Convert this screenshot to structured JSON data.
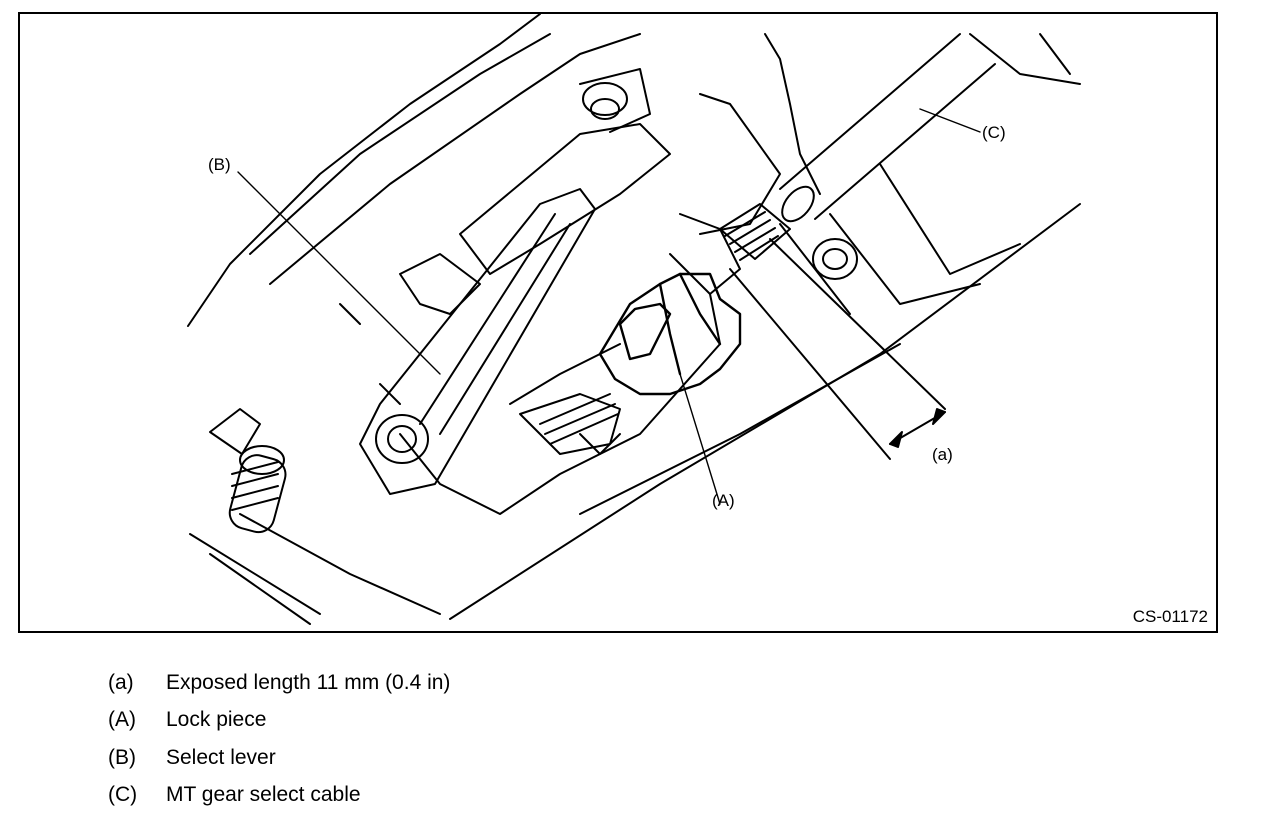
{
  "figure": {
    "id": "CS-01172",
    "callouts": {
      "a": "(a)",
      "A": "(A)",
      "B": "(B)",
      "C": "(C)"
    }
  },
  "legend": [
    {
      "key": "(a)",
      "text": "Exposed length 11 mm (0.4 in)"
    },
    {
      "key": "(A)",
      "text": "Lock piece"
    },
    {
      "key": "(B)",
      "text": "Select lever"
    },
    {
      "key": "(C)",
      "text": "MT gear select cable"
    }
  ]
}
